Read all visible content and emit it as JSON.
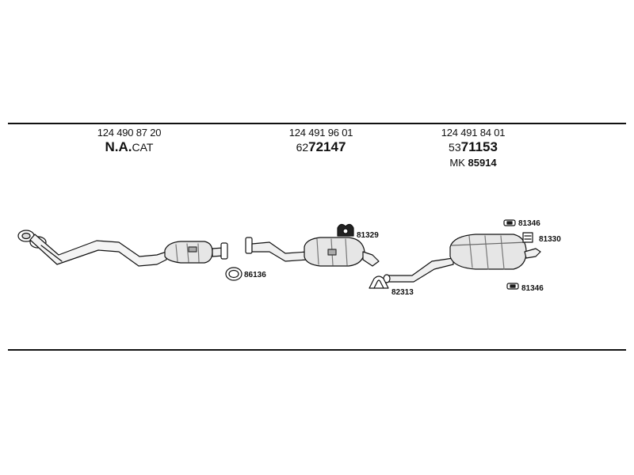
{
  "sections": [
    {
      "part_number": "124 490 87 20",
      "code_main": "N.A.",
      "code_suffix": "CAT"
    },
    {
      "part_number": "124 491 96 01",
      "code_prefix": "62",
      "code_main": "72147"
    },
    {
      "part_number": "124 491 84 01",
      "code_prefix": "53",
      "code_main": "71153",
      "mk_prefix": "MK",
      "mk_code": "85914"
    }
  ],
  "callouts": {
    "c86136": "86136",
    "c81329": "81329",
    "c82313": "82313",
    "c81346_top": "81346",
    "c81330": "81330",
    "c81346_bottom": "81346"
  }
}
